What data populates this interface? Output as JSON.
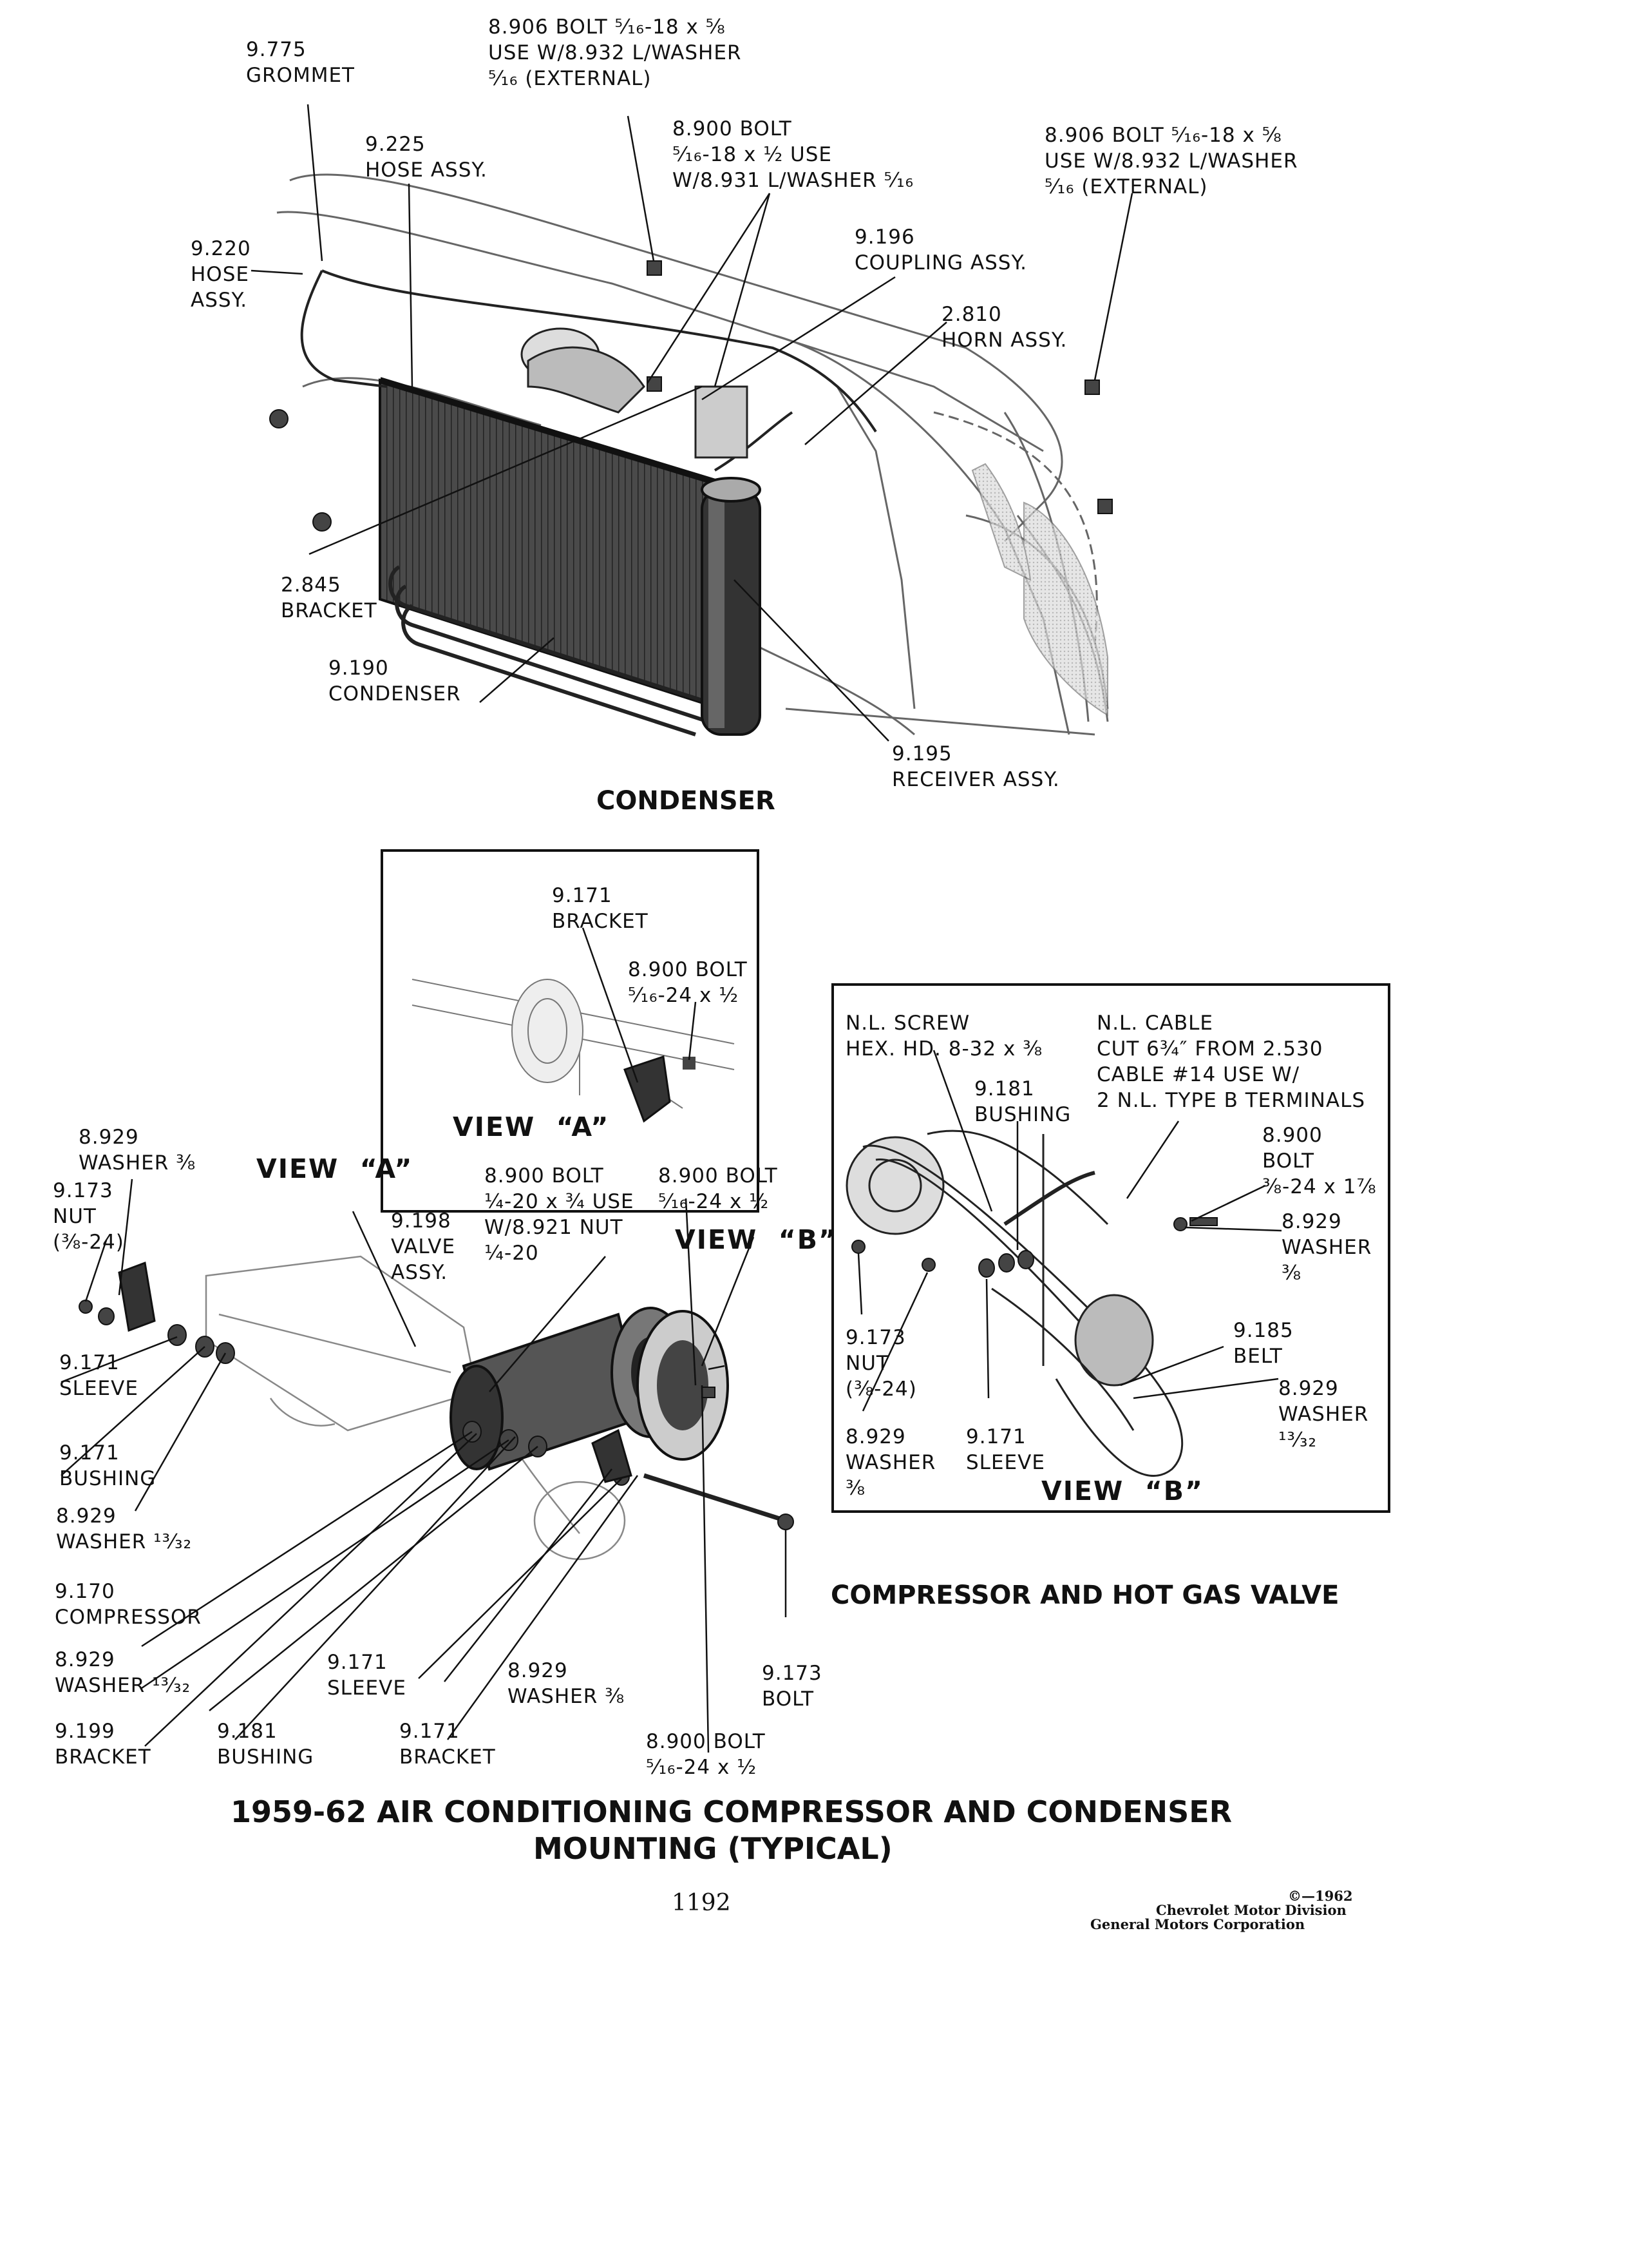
{
  "condenser_section": {
    "title": "CONDENSER",
    "labels": {
      "grommet": "9.775\nGROMMET",
      "bolt_top1": "8.906 BOLT ⁵⁄₁₆-18 x ⅝\nUSE W/8.932 L/WASHER\n⁵⁄₁₆ (EXTERNAL)",
      "bolt_top2": "8.900 BOLT\n⁵⁄₁₆-18 x ½ USE\nW/8.931 L/WASHER ⁵⁄₁₆",
      "bolt_right": "8.906 BOLT ⁵⁄₁₆-18 x ⅝\nUSE W/8.932 L/WASHER\n⁵⁄₁₆ (EXTERNAL)",
      "hose_225": "9.225\nHOSE ASSY.",
      "hose_220": "9.220\nHOSE\nASSY.",
      "coupling": "9.196\nCOUPLING ASSY.",
      "horn": "2.810\nHORN ASSY.",
      "bracket_845": "2.845\nBRACKET",
      "condenser": "9.190\nCONDENSER",
      "receiver": "9.195\nRECEIVER ASSY."
    }
  },
  "view_a_box": {
    "title": "VIEW  “A”",
    "labels": {
      "bracket": "9.171\nBRACKET",
      "bolt": "8.900 BOLT\n⁵⁄₁₆-24 x ½"
    }
  },
  "view_b_box": {
    "title": "VIEW  “B”",
    "labels": {
      "screw": "N.L. SCREW\nHEX. HD. 8-32 x ⅜",
      "cable": "N.L. CABLE\nCUT 6¾″ FROM 2.530\nCABLE #14 USE W/\n2 N.L. TYPE B TERMINALS",
      "bushing": "9.181\nBUSHING",
      "bolt": "8.900\nBOLT\n⅜-24 x 1⅞",
      "washer_38_right": "8.929\nWASHER\n⅜",
      "belt": "9.185\nBELT",
      "nut": "9.173\nNUT\n(⅜-24)",
      "washer_1332": "8.929\nWASHER\n¹³⁄₃₂",
      "washer_38_left": "8.929\nWASHER\n⅜",
      "sleeve": "9.171\nSLEEVE"
    }
  },
  "compressor_section": {
    "view_a_callout": "VIEW  “A”",
    "view_b_callout": "VIEW  “B”",
    "title": "COMPRESSOR AND HOT GAS VALVE",
    "labels": {
      "washer_38": "8.929\nWASHER ⅜",
      "nut": "9.173\nNUT\n(⅜-24)",
      "bolt_14": "8.900 BOLT\n¼-20 x ¾ USE\nW/8.921 NUT\n¼-20",
      "bolt_516": "8.900 BOLT\n⁵⁄₁₆-24 x ½",
      "valve": "9.198\nVALVE\nASSY.",
      "sleeve_left": "9.171\nSLEEVE",
      "bushing_left": "9.171\nBUSHING",
      "washer_1332_left": "8.929\nWASHER ¹³⁄₃₂",
      "compressor": "9.170\nCOMPRESSOR",
      "washer_1332_low": "8.929\nWASHER ¹³⁄₃₂",
      "sleeve_low": "9.171\nSLEEVE",
      "washer_38_low": "8.929\nWASHER ⅜",
      "bolt_173": "9.173\nBOLT",
      "bracket_199": "9.199\nBRACKET",
      "bushing_181": "9.181\nBUSHING",
      "bracket_171": "9.171\nBRACKET",
      "bolt_bottom": "8.900 BOLT\n⁵⁄₁₆-24 x ½"
    }
  },
  "figure_caption": {
    "line1": "1959-62 AIR CONDITIONING COMPRESSOR AND CONDENSER",
    "line2": "MOUNTING (TYPICAL)"
  },
  "page_number": "1192",
  "copyright": {
    "line1": "©—1962",
    "line2": "Chevrolet Motor Division",
    "line3": "General Motors Corporation"
  }
}
